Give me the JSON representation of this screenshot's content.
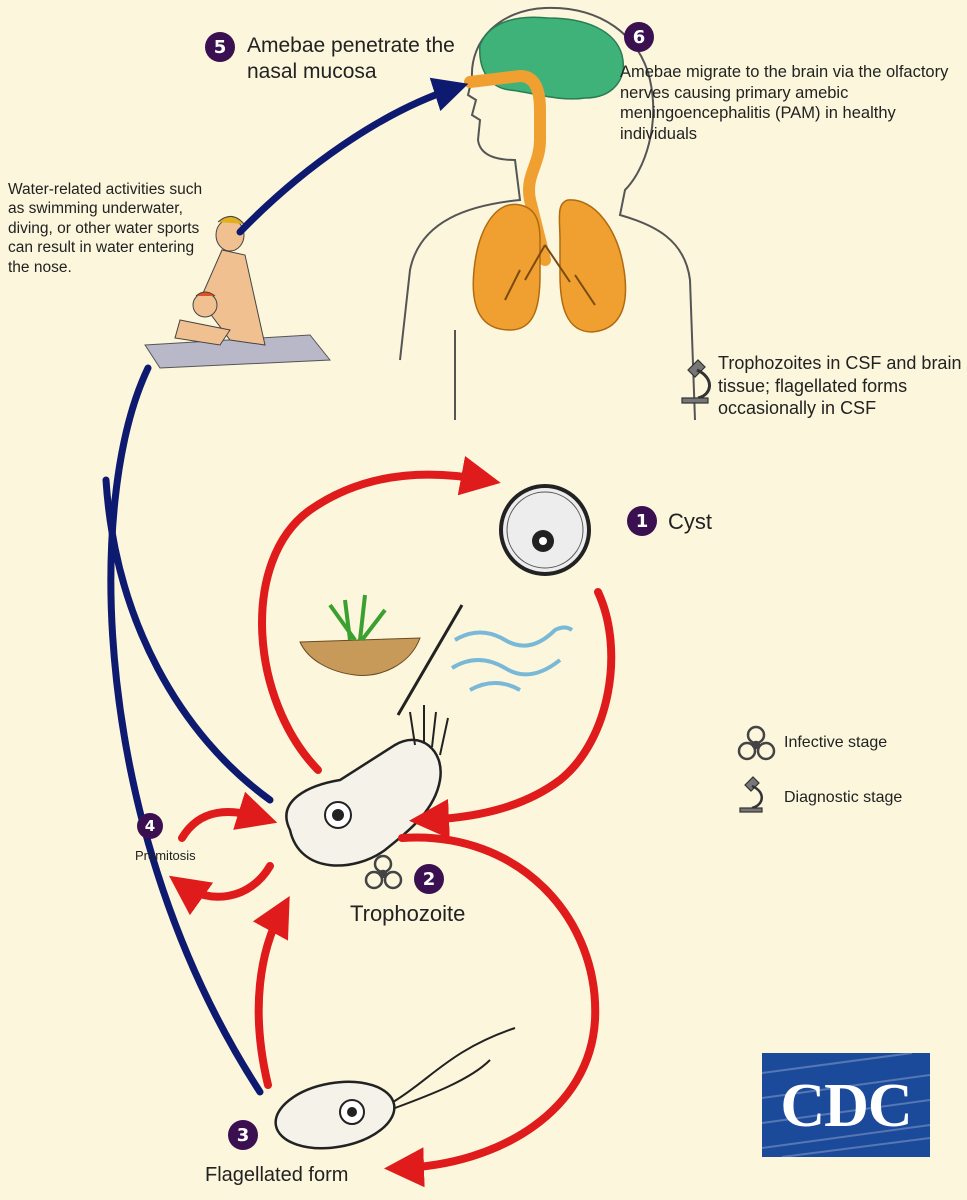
{
  "steps": [
    {
      "number": "1",
      "label": "Cyst"
    },
    {
      "number": "2",
      "label": "Trophozoite"
    },
    {
      "number": "3",
      "label": "Flagellated form"
    },
    {
      "number": "4",
      "label": "Promitosis"
    },
    {
      "number": "5",
      "label": "Amebae penetrate the nasal mucosa"
    },
    {
      "number": "6",
      "label": "Amebae migrate to the brain via the olfactory nerves causing primary amebic meningoencephalitis (PAM) in healthy individuals"
    }
  ],
  "notes": {
    "water_activity": "Water-related activities such as swimming underwater, diving, or other water sports can result in water entering the nose.",
    "diagnostic_note": "Trophozoites in CSF and brain tissue; flagellated forms occasionally in CSF"
  },
  "legend": {
    "infective": "Infective stage",
    "diagnostic": "Diagnostic stage"
  },
  "logo": {
    "text": "CDC"
  },
  "colors": {
    "background": "#fbf6dc",
    "environment_arrows": "#e01b1b",
    "human_route_arrows": "#0d1a70",
    "brain": "#3fb27a",
    "lungs": "#f0a030",
    "badge": "#3b1050",
    "logo": "#1c4a9b"
  }
}
